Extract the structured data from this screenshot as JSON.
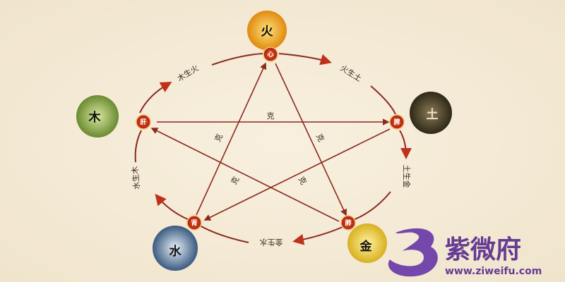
{
  "elements": {
    "fire": {
      "label": "火",
      "organ": "心"
    },
    "earth": {
      "label": "土",
      "organ": "脾"
    },
    "metal": {
      "label": "金",
      "organ": "肺"
    },
    "water": {
      "label": "水",
      "organ": "肾"
    },
    "wood": {
      "label": "木",
      "organ": "肝"
    }
  },
  "generating": {
    "wood_fire": "木生火",
    "fire_earth": "火生土",
    "earth_metal": "土生金",
    "metal_water": "金生水",
    "water_wood": "水生木"
  },
  "controlling_label": "克",
  "watermark": {
    "name": "紫微府",
    "url": "www.ziweifu.com"
  },
  "colors": {
    "arrow": "#8b2a1e",
    "organ_badge": "#c0391b",
    "watermark": "#6a3aa8"
  }
}
